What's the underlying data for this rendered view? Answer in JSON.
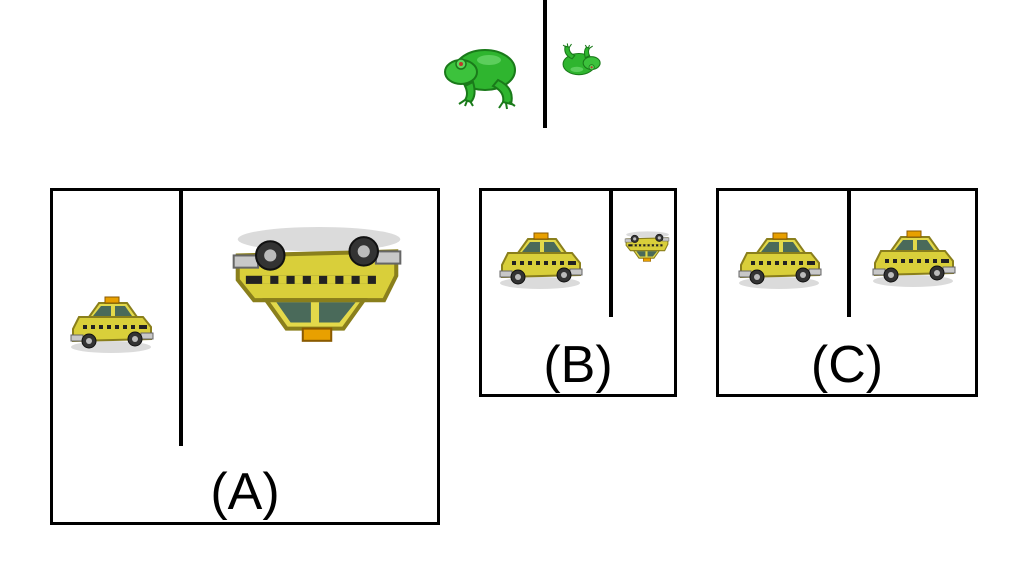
{
  "example": {
    "left_item": "frog",
    "right_item": "frog"
  },
  "options": [
    {
      "label": "(A)",
      "left_item": "taxi",
      "right_item": "taxi"
    },
    {
      "label": "(B)",
      "left_item": "taxi",
      "right_item": "taxi"
    },
    {
      "label": "(C)",
      "left_item": "taxi",
      "right_item": "taxi"
    }
  ],
  "colors": {
    "frog_green": "#2fb52f",
    "taxi_yellow": "#d9cf3a",
    "line": "#000000"
  },
  "icons": {
    "frog": "frog-icon",
    "taxi": "taxi-icon"
  }
}
